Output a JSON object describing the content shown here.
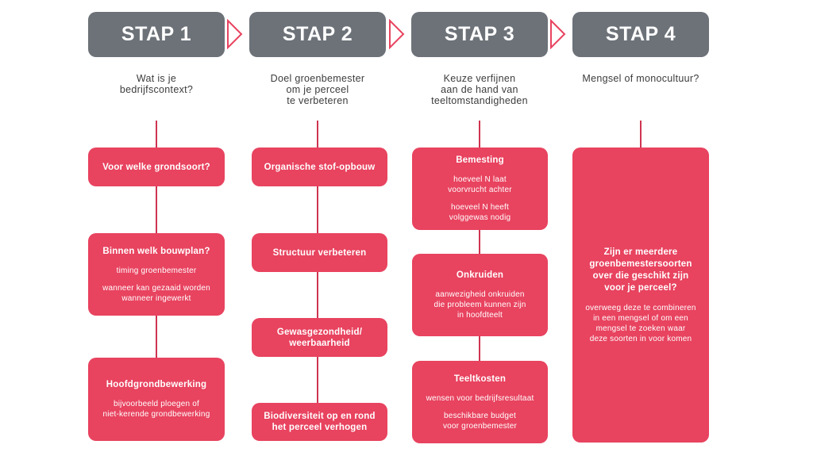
{
  "steps": [
    {
      "label": "STAP 1",
      "desc": [
        "Wat is je",
        "bedrijfscontext?"
      ]
    },
    {
      "label": "STAP 2",
      "desc": [
        "Doel groenbemester",
        "om je perceel",
        "te verbeteren"
      ]
    },
    {
      "label": "STAP 3",
      "desc": [
        "Keuze verfijnen",
        "aan de hand van",
        "teeltomstandigheden"
      ]
    },
    {
      "label": "STAP 4",
      "desc": [
        "Mengsel of monocultuur?"
      ]
    }
  ],
  "col1": {
    "b1": {
      "title": "Voor welke grondsoort?"
    },
    "b2": {
      "title": "Binnen welk bouwplan?",
      "s1": "timing groenbemester",
      "s2a": "wanneer kan gezaaid worden",
      "s2b": "wanneer ingewerkt"
    },
    "b3": {
      "title": "Hoofdgrondbewerking",
      "s1a": "bijvoorbeeld ploegen of",
      "s1b": "niet-kerende grondbewerking"
    }
  },
  "col2": {
    "b1": {
      "title": "Organische stof-opbouw"
    },
    "b2": {
      "title": "Structuur verbeteren"
    },
    "b3": {
      "title_a": "Gewasgezondheid/",
      "title_b": "weerbaarheid"
    },
    "b4": {
      "title_a": "Biodiversiteit op en rond",
      "title_b": "het perceel verhogen"
    }
  },
  "col3": {
    "b1": {
      "title": "Bemesting",
      "s1a": "hoeveel N laat",
      "s1b": "voorvrucht achter",
      "s2a": "hoeveel N heeft",
      "s2b": "volggewas nodig"
    },
    "b2": {
      "title": "Onkruiden",
      "s1a": "aanwezigheid onkruiden",
      "s1b": "die probleem kunnen zijn",
      "s1c": "in hoofdteelt"
    },
    "b3": {
      "title": "Teeltkosten",
      "s1": "wensen voor bedrijfsresultaat",
      "s2a": "beschikbare budget",
      "s2b": "voor groenbemester"
    }
  },
  "col4": {
    "b1": {
      "title": [
        "Zijn er meerdere",
        "groenbemestersoorten",
        "over die geschikt zijn",
        "voor je perceel?"
      ],
      "sub": [
        "overweeg deze te combineren",
        "in een mengsel of om een",
        "mengsel te zoeken waar",
        "deze soorten in voor komen"
      ]
    }
  },
  "colors": {
    "header": "#6c7278",
    "box": "#e8435f",
    "line": "#cf3451",
    "arrow": "#e8435f"
  }
}
